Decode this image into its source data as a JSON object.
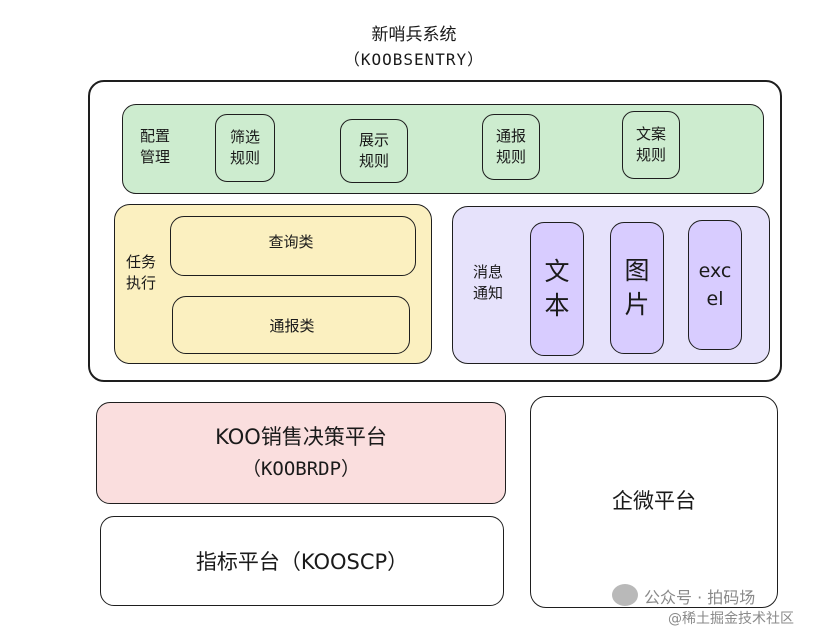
{
  "system": {
    "title": "新哨兵系统",
    "subtitle": "（KOOBSENTRY）"
  },
  "config": {
    "label_line1": "配置",
    "label_line2": "管理",
    "rules": [
      {
        "line1": "筛选",
        "line2": "规则"
      },
      {
        "line1": "展示",
        "line2": "规则"
      },
      {
        "line1": "通报",
        "line2": "规则"
      },
      {
        "line1": "文案",
        "line2": "规则"
      }
    ]
  },
  "task": {
    "label_line1": "任务",
    "label_line2": "执行",
    "items": [
      "查询类",
      "通报类"
    ]
  },
  "notify": {
    "label_line1": "消息",
    "label_line2": "通知",
    "items": [
      {
        "line1": "文",
        "line2": "本"
      },
      {
        "line1": "图",
        "line2": "片"
      },
      {
        "line1": "exc",
        "line2": "el"
      }
    ]
  },
  "platforms": {
    "koo_line1": "KOO销售决策平台",
    "koo_line2": "（KOOBRDP）",
    "index": "指标平台（KOOSCP）",
    "wecom": "企微平台"
  },
  "watermark": {
    "line1": "公众号 · 拍码场",
    "line2": "@稀土掘金技术社区"
  },
  "colors": {
    "config_fill": "#cdeccf",
    "task_fill": "#fbf0c0",
    "notify_fill": "#e6e2fb",
    "notify_item_fill": "#d8ccff",
    "koo_fill": "#fadede"
  }
}
